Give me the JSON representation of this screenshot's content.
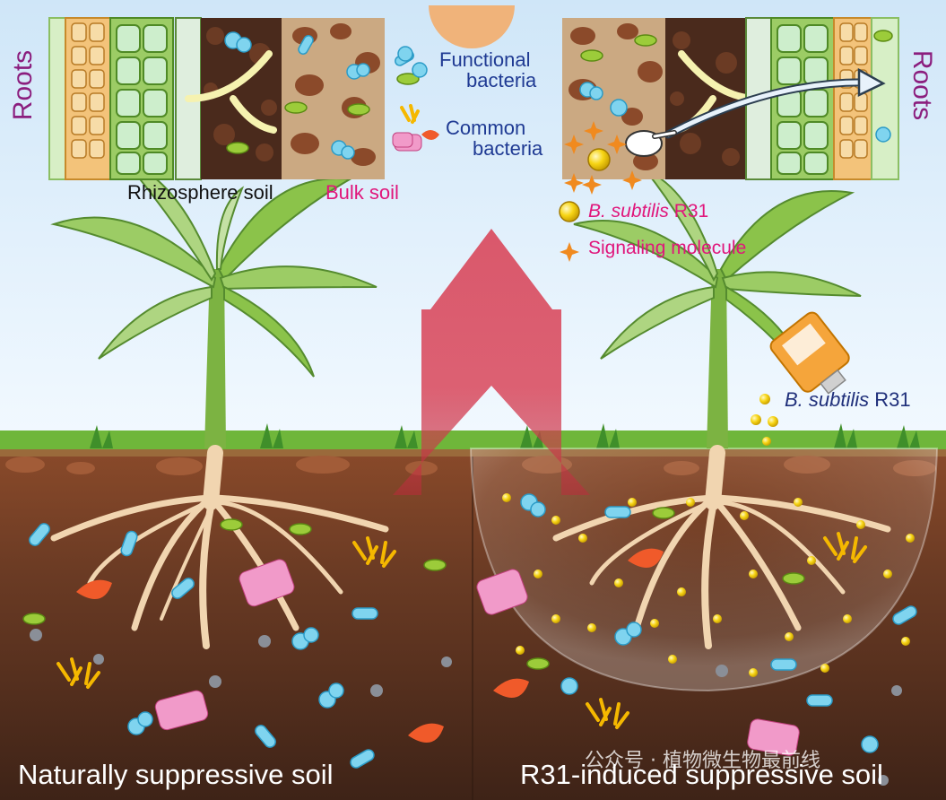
{
  "colors": {
    "sky": "#d8ecfb",
    "soil_dark": "#5a3322",
    "soil_mid": "#7a4a2e",
    "grass": "#6fb63a",
    "roots_label": "#8b1e7e",
    "legend_blue": "#1f3a93",
    "legend_pink": "#e0167b",
    "arrow": "#d9475b",
    "b_subtilis_dot": "#f4d31b"
  },
  "panel_left": {
    "roots_label": "Roots",
    "rhizosphere_label": "Rhizosphere soil",
    "bulk_label": "Bulk soil"
  },
  "panel_right": {
    "roots_label": "Roots"
  },
  "legend": {
    "functional_line1": "Functional",
    "functional_line2": "bacteria",
    "common_line1": "Common",
    "common_line2": "bacteria",
    "bsub_name": "B. subtilis",
    "bsub_strain": " R31",
    "signal_label": "Signaling molecule"
  },
  "bottle_label": {
    "name": "B. subtilis",
    "strain": " R31"
  },
  "bottom": {
    "left_label": "Naturally suppressive soil",
    "right_label": "R31-induced suppressive soil"
  },
  "watermark": "公众号 · 植物微生物最前线"
}
